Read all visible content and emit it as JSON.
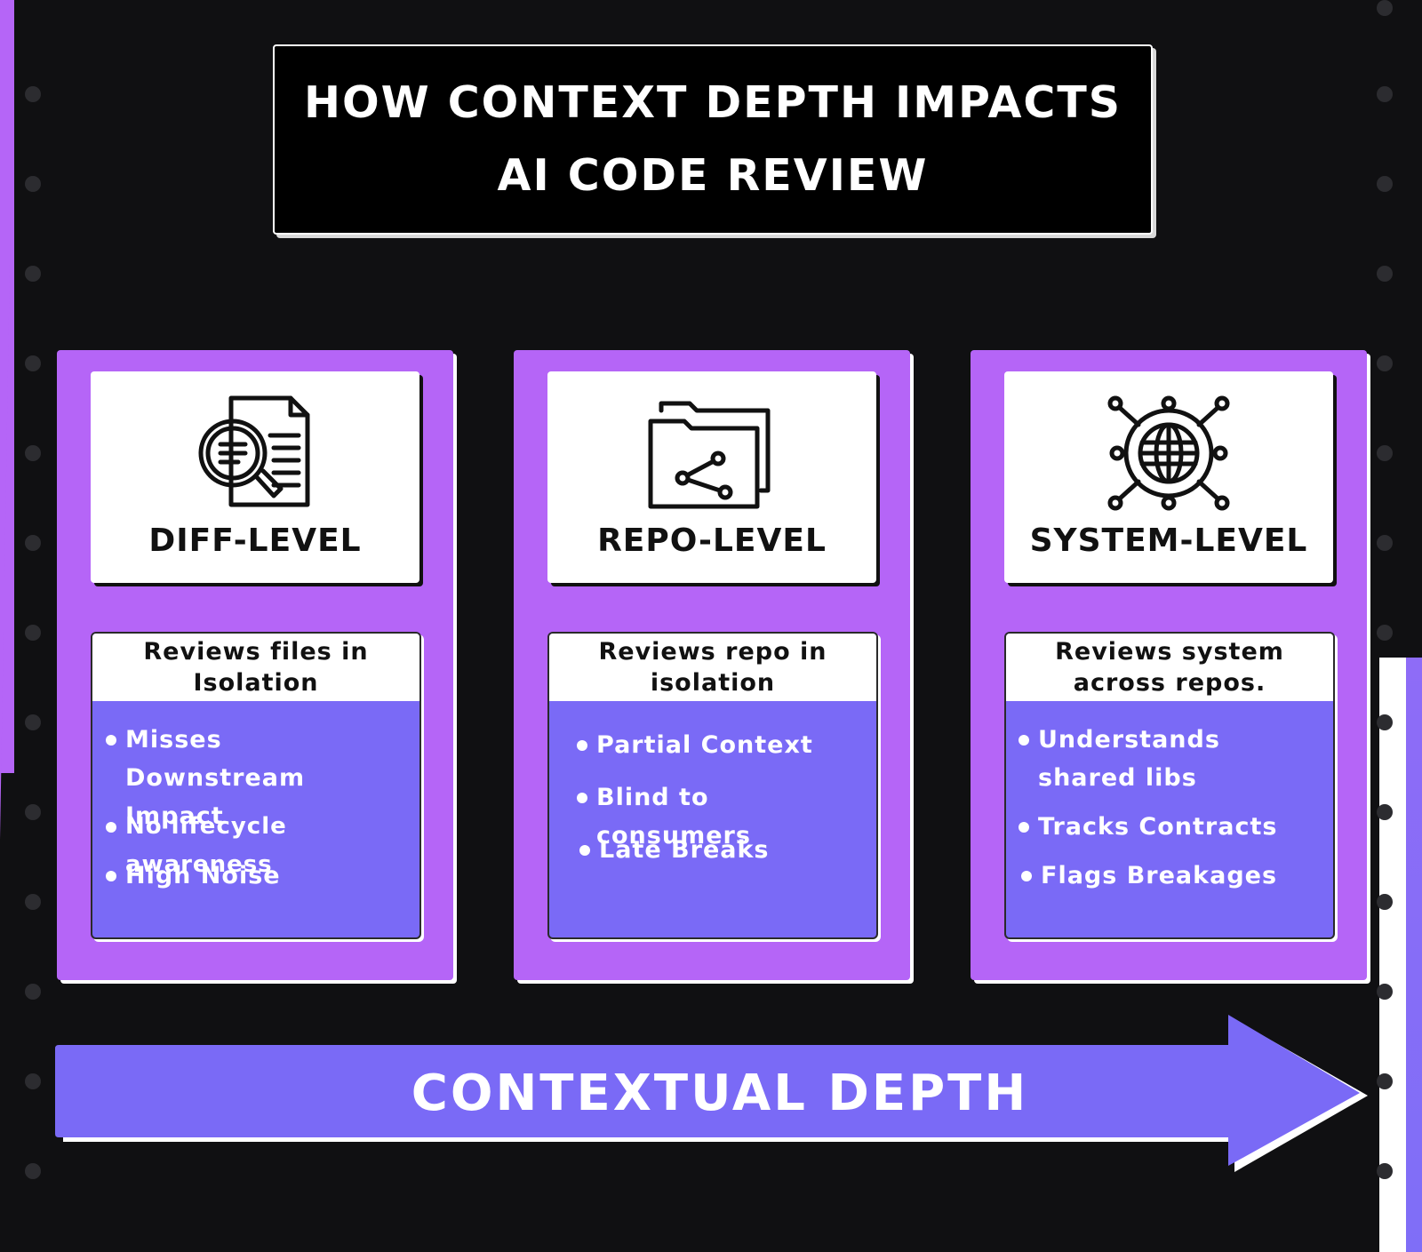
{
  "title": {
    "line1": "HOW CONTEXT DEPTH IMPACTS",
    "line2": "AI CODE REVIEW"
  },
  "colors": {
    "background": "#101012",
    "card": "#b565f7",
    "panel": "#7a6af6",
    "arrow": "#7a6af6"
  },
  "levels": [
    {
      "icon": "document-magnifier-icon",
      "title": "DIFF-LEVEL",
      "summary": "Reviews files in Isolation",
      "bullets": [
        "Misses Downstream Impact",
        "No lifecycle awareness",
        "High Noise"
      ]
    },
    {
      "icon": "shared-folder-icon",
      "title": "REPO-LEVEL",
      "summary": "Reviews repo in isolation",
      "bullets": [
        "Partial Context",
        "Blind to consumers",
        "Late Breaks"
      ]
    },
    {
      "icon": "network-globe-icon",
      "title": "SYSTEM-LEVEL",
      "summary": "Reviews system across repos.",
      "bullets": [
        "Understands shared libs",
        "Tracks Contracts",
        "Flags Breakages"
      ]
    }
  ],
  "axis": {
    "label": "CONTEXTUAL DEPTH"
  }
}
